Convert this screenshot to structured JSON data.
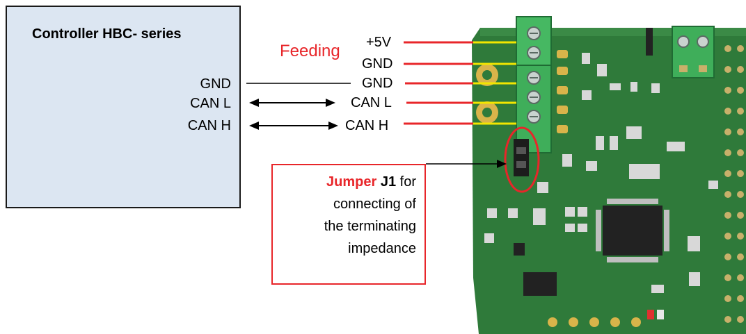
{
  "controller": {
    "title": "Controller HBC- series",
    "pins": [
      "GND",
      "CAN L",
      "CAN H"
    ]
  },
  "board_pins": [
    "+5V",
    "GND",
    "GND",
    "CAN L",
    "CAN H"
  ],
  "feeding_label": "Feeding",
  "note": {
    "jumper_word": "Jumper",
    "jumper_id": "J1",
    "line1_rest": "for",
    "line2": "connecting of",
    "line3": "the terminating",
    "line4": "impedance"
  },
  "colors": {
    "box_fill": "#dce6f2",
    "accent_red": "#e8262a",
    "pcb_green": "#2f7a3a",
    "terminal_green": "#3fae5a",
    "wire_yellow": "#f2e600"
  }
}
